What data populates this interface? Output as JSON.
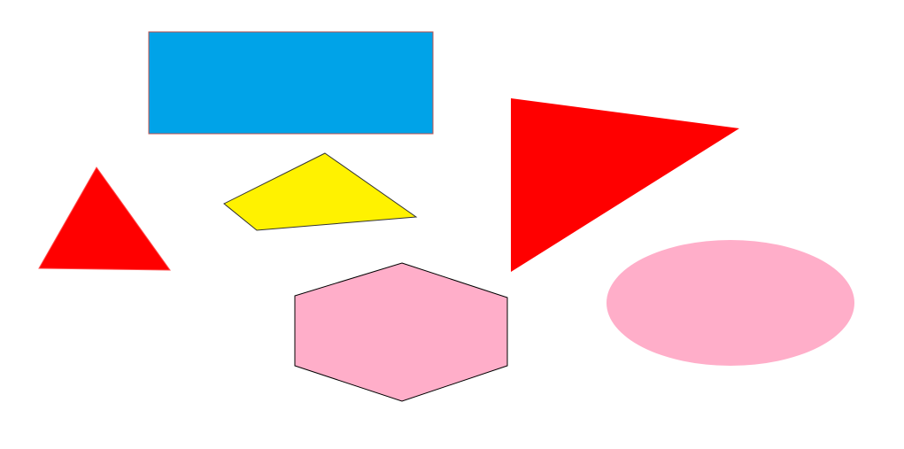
{
  "shapes": [
    {
      "id": "blue-rectangle",
      "kind": "rectangle",
      "fill": "#00a3e8",
      "stroke": "#c0504d"
    },
    {
      "id": "red-triangle-right",
      "kind": "triangle",
      "fill": "#ff0000",
      "stroke": "none"
    },
    {
      "id": "red-triangle-left",
      "kind": "triangle",
      "fill": "#ff0000",
      "stroke": "#ff4d4d"
    },
    {
      "id": "yellow-quadrilateral",
      "kind": "quadrilateral",
      "fill": "#fff200",
      "stroke": "#333333"
    },
    {
      "id": "pink-hexagon",
      "kind": "hexagon",
      "fill": "#ffaec9",
      "stroke": "#000000"
    },
    {
      "id": "pink-ellipse",
      "kind": "ellipse",
      "fill": "#ffaec9",
      "stroke": "none"
    }
  ]
}
